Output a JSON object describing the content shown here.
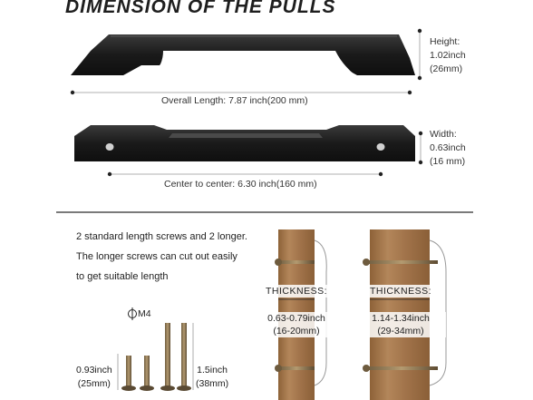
{
  "title": "DIMENSION OF THE PULLS",
  "top_pull": {
    "overall_length": "Overall Length: 7.87 inch(200 mm)",
    "height": [
      "Height:",
      "1.02inch",
      "(26mm)"
    ]
  },
  "bottom_pull": {
    "center_to_center": "Center to center: 6.30 inch(160 mm)",
    "width": [
      "Width:",
      "0.63inch",
      "(16 mm)"
    ]
  },
  "screws_note": [
    "2 standard length screws and 2 longer.",
    "The longer screws can cut out easily",
    "to get suitable length"
  ],
  "thread_size": "M4",
  "screw_lengths": {
    "short": [
      "0.93inch",
      "(25mm)"
    ],
    "long": [
      "1.5inch",
      "(38mm)"
    ]
  },
  "thickness": [
    {
      "label": "THICKNESS:",
      "range": "0.63-0.79inch",
      "metric": "(16-20mm)"
    },
    {
      "label": "THICKNESS:",
      "range": "1.14-1.34inch",
      "metric": "(29-34mm)"
    }
  ],
  "colors": {
    "pull": "#1c1c1c",
    "wood": "#a67a4f",
    "divider": "#2a2a2a"
  }
}
